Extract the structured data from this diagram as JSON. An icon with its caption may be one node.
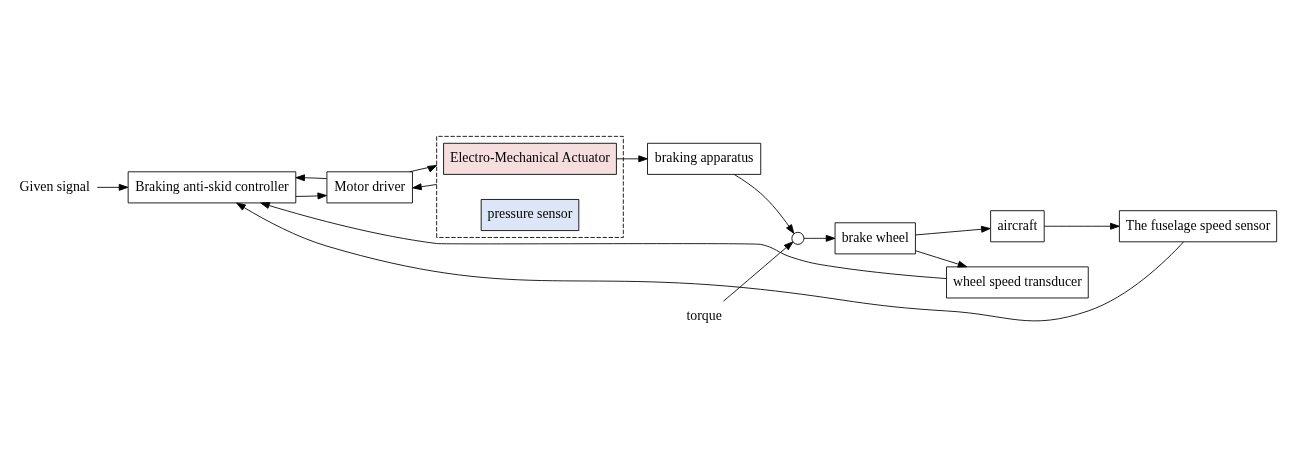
{
  "diagram": {
    "nodes": [
      {
        "text": [
          "Given signal"
        ]
      },
      {
        "text": [
          "Braking anti-skid controller"
        ]
      },
      {
        "text": [
          "Motor driver"
        ]
      },
      {
        "text": [],
        "shape": "box"
      },
      {
        "text": [
          "Electro-Mechanical Actuator"
        ],
        "in": 3
      },
      {
        "text": [
          "pressure sensor"
        ],
        "in": 3
      },
      {
        "text": [
          "braking apparatus"
        ]
      },
      {
        "text": [],
        "shape": "circle"
      },
      {
        "text": [
          "torque"
        ]
      },
      {
        "text": [
          "brake wheel"
        ]
      },
      {
        "text": [
          "aircraft"
        ]
      },
      {
        "text": [
          "wheel speed transducer"
        ]
      },
      {
        "text": [
          "The fuselage speed sensor"
        ]
      }
    ],
    "edges": [
      {
        "from": 0,
        "to": 1,
        "arrow": "to"
      },
      {
        "from": 1,
        "to": 2,
        "arrow": "to"
      },
      {
        "from": 2,
        "to": 3,
        "arrow": "to"
      },
      {
        "from": 4,
        "to": 6,
        "arrow": "to"
      },
      {
        "from": 3,
        "to": 2,
        "arrow": "to"
      },
      {
        "from": 2,
        "to": 1,
        "arrow": "to"
      },
      {
        "from": 6,
        "to": 7,
        "arrow": "to"
      },
      {
        "from": 8,
        "to": 7,
        "arrow": "to"
      },
      {
        "from": 7,
        "to": 9,
        "arrow": "to"
      },
      {
        "from": 9,
        "to": 10,
        "arrow": "to"
      },
      {
        "from": 9,
        "to": 11,
        "arrow": "to"
      },
      {
        "from": 11,
        "to": 1,
        "arrow": "to"
      },
      {
        "from": 10,
        "to": 12,
        "arrow": "to"
      },
      {
        "from": 12,
        "to": 1,
        "arrow": "to"
      }
    ]
  }
}
